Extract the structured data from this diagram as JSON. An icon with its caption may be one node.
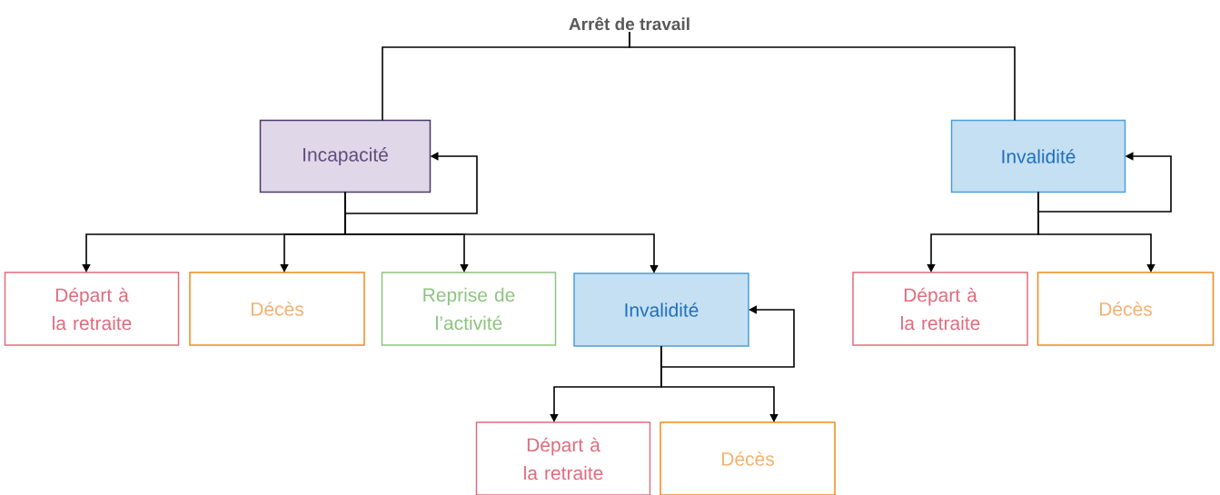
{
  "diagram": {
    "nodes": [
      {
        "text": [
          "Arrêt de travail"
        ]
      },
      {
        "text": [
          "Incapacité"
        ]
      },
      {
        "text": [
          "Invalidité"
        ]
      },
      {
        "text": [
          "Départ à la retraite"
        ]
      },
      {
        "text": [
          "Décès"
        ]
      },
      {
        "text": [
          "Reprise de l’activité"
        ]
      },
      {
        "text": [
          "Invalidité"
        ]
      },
      {
        "text": [
          "Départ à la retraite"
        ]
      },
      {
        "text": [
          "Décès"
        ]
      },
      {
        "text": [
          "Départ à la retraite"
        ]
      },
      {
        "text": [
          "Décès"
        ]
      }
    ],
    "edges": [
      {
        "from": 0,
        "to": 1,
        "arrow": "none"
      },
      {
        "from": 0,
        "to": 2,
        "arrow": "none"
      },
      {
        "from": 1,
        "to": 1,
        "arrow": "to"
      },
      {
        "from": 1,
        "to": 3,
        "arrow": "to"
      },
      {
        "from": 1,
        "to": 4,
        "arrow": "to"
      },
      {
        "from": 1,
        "to": 5,
        "arrow": "to"
      },
      {
        "from": 1,
        "to": 6,
        "arrow": "to"
      },
      {
        "from": 2,
        "to": 2,
        "arrow": "to"
      },
      {
        "from": 2,
        "to": 7,
        "arrow": "to"
      },
      {
        "from": 2,
        "to": 8,
        "arrow": "to"
      },
      {
        "from": 6,
        "to": 6,
        "arrow": "to"
      },
      {
        "from": 6,
        "to": 9,
        "arrow": "to"
      },
      {
        "from": 6,
        "to": 10,
        "arrow": "to"
      }
    ]
  }
}
